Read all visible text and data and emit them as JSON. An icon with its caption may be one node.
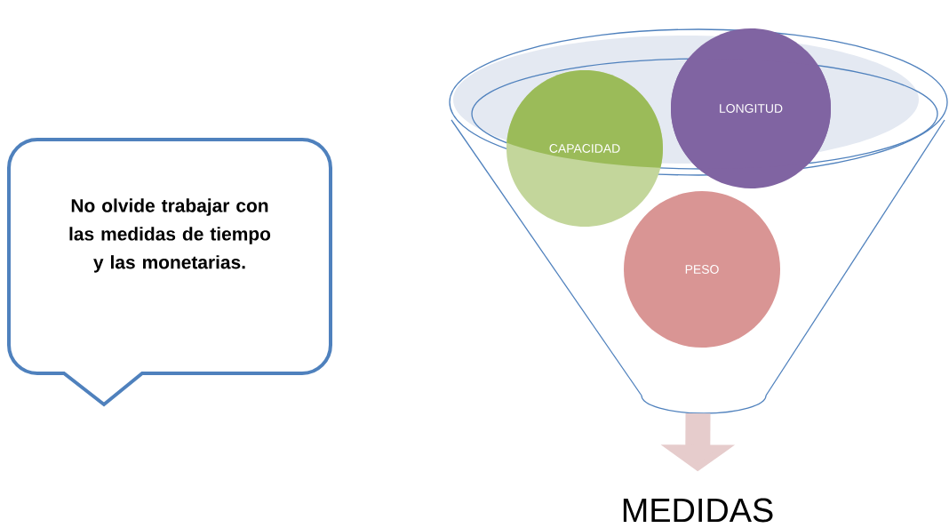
{
  "diagram": {
    "nodes": [
      {
        "text": [
          "No olvide trabajar con las medidas de tiempo y las monetarias."
        ]
      },
      {
        "text": [],
        "shape": "funnel"
      },
      {
        "text": [
          "CAPACIDAD"
        ],
        "in": 1
      },
      {
        "text": [
          "LONGITUD"
        ],
        "in": 1
      },
      {
        "text": [
          "PESO"
        ],
        "in": 1
      },
      {
        "text": [
          "MEDIDAS"
        ]
      }
    ],
    "edges": [
      {
        "from": 1,
        "to": 5,
        "arrow": "to"
      }
    ]
  }
}
